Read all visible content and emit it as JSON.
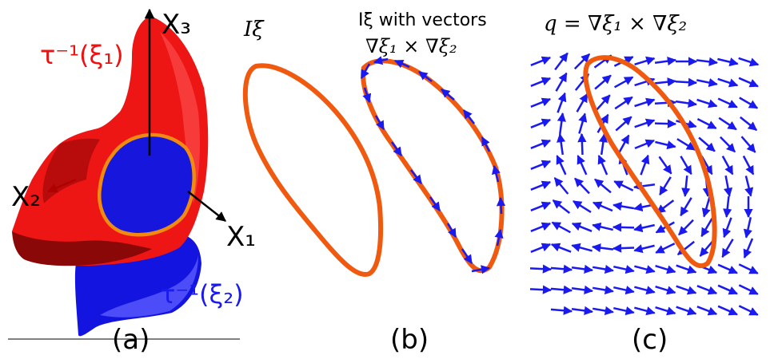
{
  "panel_a": {
    "axis_x3": "X₃",
    "axis_x2": "X₂",
    "axis_x1": "X₁",
    "preimage_1": "τ⁻¹(ξ₁)",
    "preimage_2": "τ⁻¹(ξ₂)",
    "caption": "(a)",
    "colors": {
      "surface_1": "#ee1111",
      "surface_2": "#1a1aee",
      "curve": "#f08a10"
    }
  },
  "panel_b": {
    "title_curve": "Iξ",
    "title_vectors_line1": "Iξ with vectors",
    "title_vectors_line2": "∇ξ₁ × ∇ξ₂",
    "caption": "(b)",
    "colors": {
      "curve": "#f05a10",
      "vectors": "#1a1aee"
    }
  },
  "panel_c": {
    "title": "q = ∇ξ₁ × ∇ξ₂",
    "caption": "(c)",
    "colors": {
      "curve": "#f05a10",
      "vectors": "#1a1aee"
    }
  }
}
